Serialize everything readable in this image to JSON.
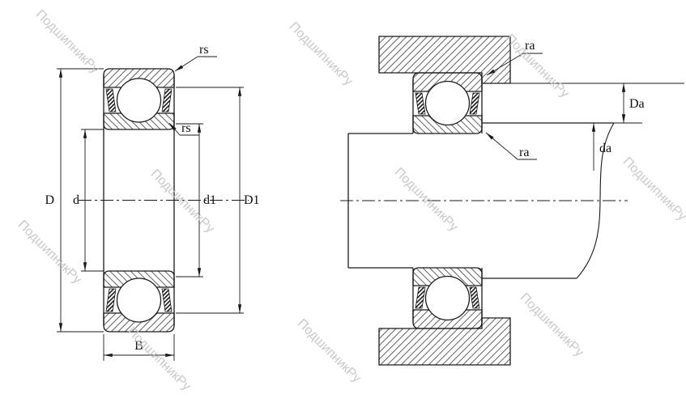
{
  "colors": {
    "line": "#1a1a1a",
    "watermark": "#c3c3c3",
    "background": "#ffffff"
  },
  "watermark": {
    "text": "ПодшипникРу"
  },
  "left_view": {
    "labels": {
      "rs_outer": "rs",
      "rs_inner": "rs",
      "D": "D",
      "d": "d",
      "d1": "d1",
      "D1": "D1",
      "B": "B"
    }
  },
  "right_view": {
    "labels": {
      "ra_housing": "ra",
      "ra_shaft": "ra",
      "Da": "Da",
      "da": "da"
    }
  }
}
